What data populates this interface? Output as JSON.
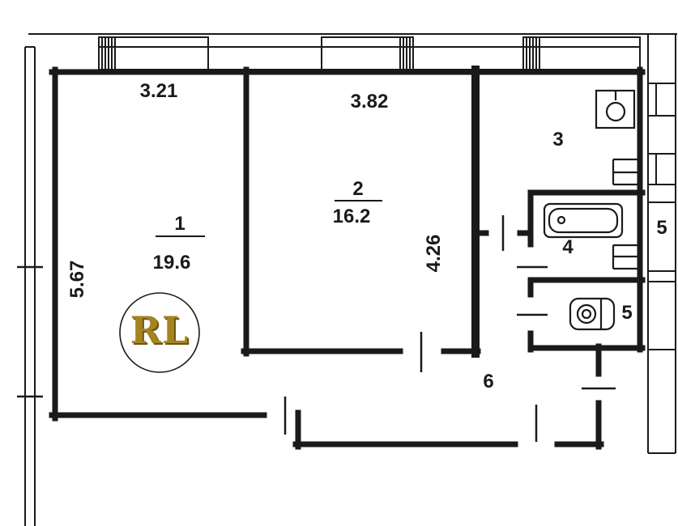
{
  "colors": {
    "ink": "#1a1a1a",
    "background": "#ffffff",
    "logo_gold": "#a5831f",
    "logo_gold_dark": "#6b5513"
  },
  "logo": {
    "text": "RL"
  },
  "rooms": {
    "room1": {
      "number": "1",
      "area": "19.6"
    },
    "room2": {
      "number": "2",
      "area": "16.2"
    },
    "room3": {
      "number": "3"
    },
    "room4": {
      "number": "4"
    },
    "room5": {
      "number": "5"
    },
    "closet": {
      "number": "5"
    },
    "hall": {
      "number": "6"
    }
  },
  "dimensions": {
    "room1_width": "3.21",
    "room2_width": "3.82",
    "room1_height": "5.67",
    "room2_height": "4.26"
  }
}
